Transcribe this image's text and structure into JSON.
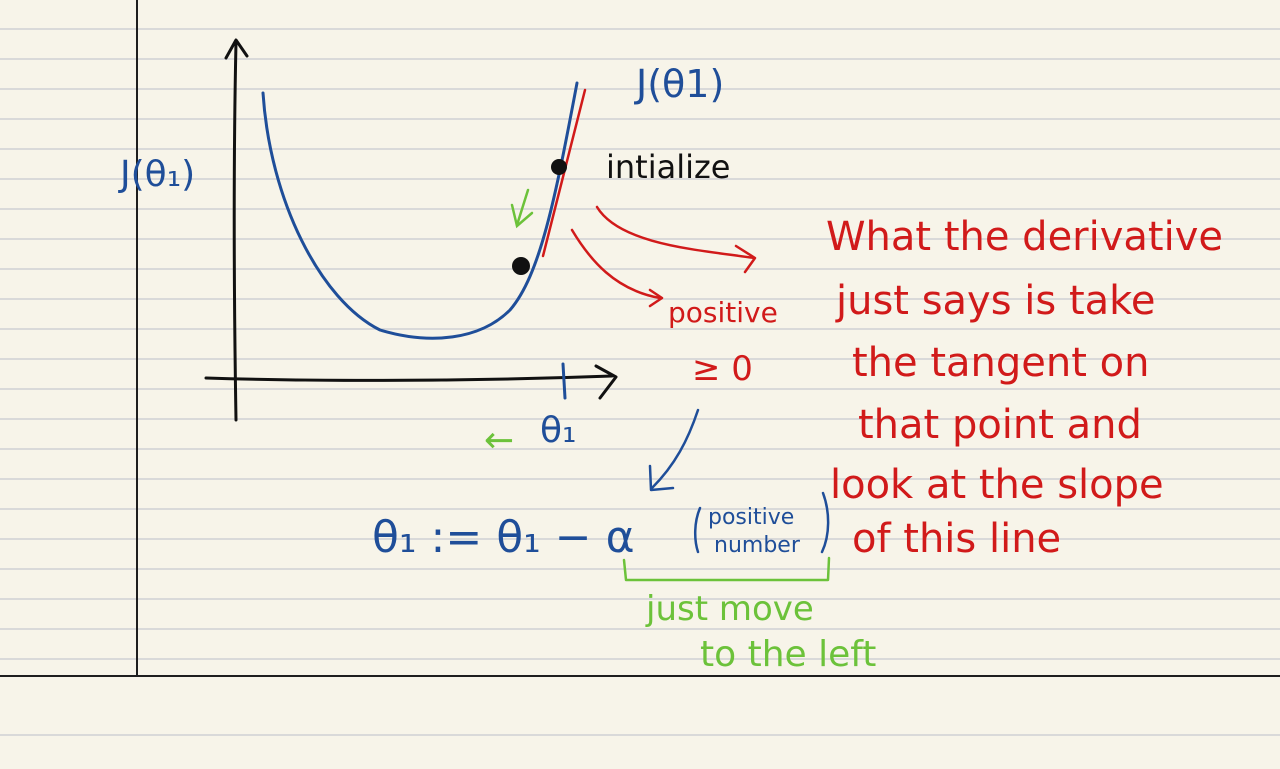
{
  "colors": {
    "paper": "#f7f4e9",
    "rule": "#d9d9d9",
    "ink_black": "#111111",
    "ink_blue": "#1f4e99",
    "ink_red": "#d11a1a",
    "ink_green": "#6cc23a"
  },
  "plot": {
    "ylabel": "J(θ₁)",
    "xlabel": "θ₁",
    "curve_label": "J(θ1)",
    "point_label": "intialize"
  },
  "notes": {
    "positive": "positive",
    "greater_eq_zero": "≥ 0",
    "explanation_lines": [
      "What the derivative",
      "just says is take",
      "the tangent on",
      "that point and",
      "look at the slope",
      "of this line"
    ]
  },
  "equation": {
    "lhs": "θ₁ := θ₁ − α",
    "fraction_top": "positive",
    "fraction_bottom": "number"
  },
  "green_note": {
    "line1": "just move",
    "line2": "to the left",
    "arrow": "←"
  }
}
